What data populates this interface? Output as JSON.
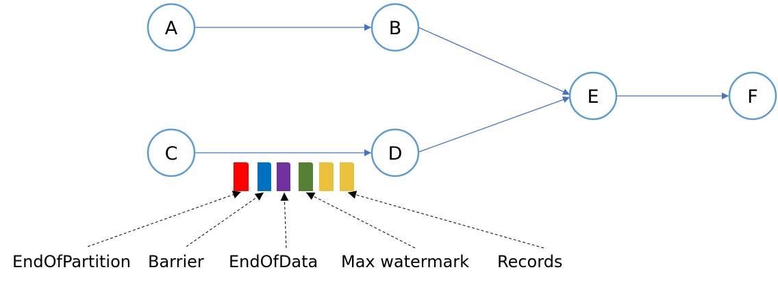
{
  "diagram": {
    "type": "dataflow-graph",
    "colors": {
      "node_stroke": "#5b9bd5",
      "edge": "#4472c4",
      "pointer": "#000000"
    },
    "nodes": [
      {
        "id": "A",
        "label": "A"
      },
      {
        "id": "B",
        "label": "B"
      },
      {
        "id": "C",
        "label": "C"
      },
      {
        "id": "D",
        "label": "D"
      },
      {
        "id": "E",
        "label": "E"
      },
      {
        "id": "F",
        "label": "F"
      }
    ],
    "edges": [
      {
        "from": "A",
        "to": "B"
      },
      {
        "from": "B",
        "to": "E"
      },
      {
        "from": "C",
        "to": "D"
      },
      {
        "from": "D",
        "to": "E"
      },
      {
        "from": "E",
        "to": "F"
      }
    ],
    "stream_elements": [
      {
        "kind": "EndOfPartition",
        "color": "#ff0000"
      },
      {
        "kind": "Barrier",
        "color": "#0070c0"
      },
      {
        "kind": "EndOfData",
        "color": "#7030a0"
      },
      {
        "kind": "Max watermark",
        "color": "#548235"
      },
      {
        "kind": "Record",
        "color": "#e9c13b"
      },
      {
        "kind": "Record",
        "color": "#e9c13b"
      }
    ],
    "captions": [
      {
        "text": "EndOfPartition",
        "points_to": 0
      },
      {
        "text": "Barrier",
        "points_to": 1
      },
      {
        "text": "EndOfData",
        "points_to": 2
      },
      {
        "text": "Max watermark",
        "points_to": 3
      },
      {
        "text": "Records",
        "points_to": 5
      }
    ]
  }
}
